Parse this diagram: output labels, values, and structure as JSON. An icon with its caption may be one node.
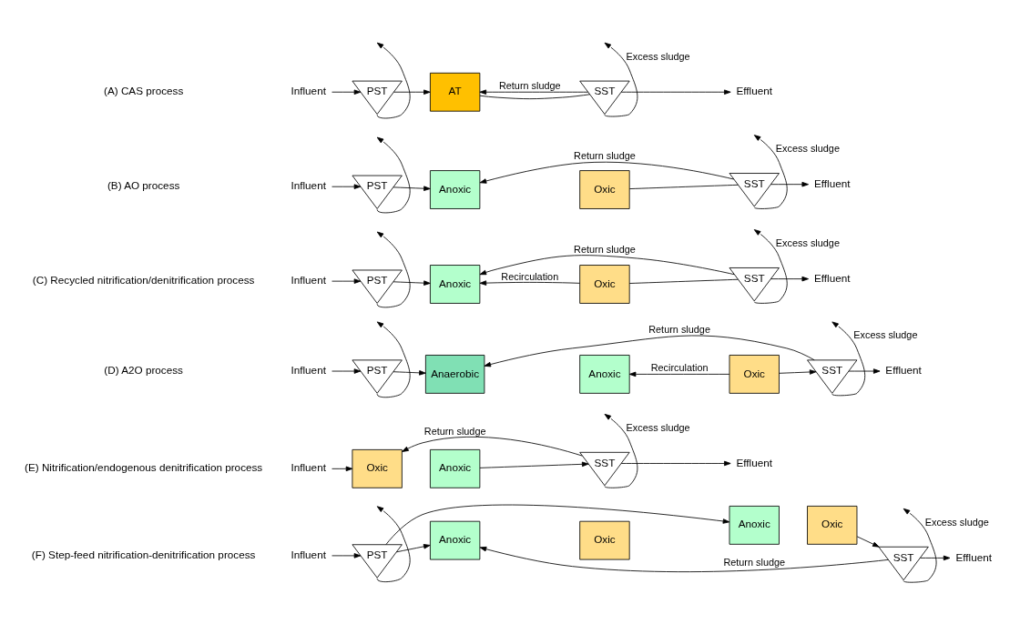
{
  "diagram": {
    "nodes": [
      {
        "text": [
          "Influent"
        ]
      },
      {
        "text": [
          "PST"
        ]
      },
      {
        "text": [
          "AT"
        ]
      },
      {
        "text": [
          "SST"
        ]
      },
      {
        "text": [
          "Effluent"
        ]
      },
      {
        "text": [
          "Influent"
        ]
      },
      {
        "text": [
          "PST"
        ]
      },
      {
        "text": [
          "Anoxic"
        ]
      },
      {
        "text": [
          "Oxic"
        ]
      },
      {
        "text": [
          "SST"
        ]
      },
      {
        "text": [
          "Effluent"
        ]
      },
      {
        "text": [
          "Influent"
        ]
      },
      {
        "text": [
          "PST"
        ]
      },
      {
        "text": [
          "Anoxic"
        ]
      },
      {
        "text": [
          "Oxic"
        ]
      },
      {
        "text": [
          "SST"
        ]
      },
      {
        "text": [
          "Effluent"
        ]
      },
      {
        "text": [
          "Influent"
        ]
      },
      {
        "text": [
          "PST"
        ]
      },
      {
        "text": [
          "Anaerobic"
        ]
      },
      {
        "text": [
          "Anoxic"
        ]
      },
      {
        "text": [
          "Oxic"
        ]
      },
      {
        "text": [
          "SST"
        ]
      },
      {
        "text": [
          "Effluent"
        ]
      },
      {
        "text": [
          "Influent"
        ]
      },
      {
        "text": [
          "Oxic"
        ]
      },
      {
        "text": [
          "Anoxic"
        ]
      },
      {
        "text": [
          "SST"
        ]
      },
      {
        "text": [
          "Effluent"
        ]
      },
      {
        "text": [
          "Influent"
        ]
      },
      {
        "text": [
          "PST"
        ]
      },
      {
        "text": [
          "Anoxic"
        ]
      },
      {
        "text": [
          "Oxic"
        ]
      },
      {
        "text": [
          "Anoxic"
        ]
      },
      {
        "text": [
          "Oxic"
        ]
      },
      {
        "text": [
          "SST"
        ]
      },
      {
        "text": [
          "Effluent"
        ]
      }
    ],
    "edges": [
      {
        "from": 0,
        "to": 1,
        "arrow": "to"
      },
      {
        "from": 1,
        "to": null,
        "arrow": "to"
      },
      {
        "from": 1,
        "to": 2,
        "arrow": "to"
      },
      {
        "from": 2,
        "to": 3,
        "arrow": "none"
      },
      {
        "from": 3,
        "to": 4,
        "arrow": "to"
      },
      {
        "from": 3,
        "to": 2,
        "arrow": "to",
        "label": "Return sludge"
      },
      {
        "from": 3,
        "to": null,
        "arrow": "to",
        "label": "Excess sludge"
      },
      {
        "from": 5,
        "to": 6,
        "arrow": "to"
      },
      {
        "from": 6,
        "to": null,
        "arrow": "to"
      },
      {
        "from": 6,
        "to": 7,
        "arrow": "to"
      },
      {
        "from": 8,
        "to": 9,
        "arrow": "none"
      },
      {
        "from": 9,
        "to": 10,
        "arrow": "to"
      },
      {
        "from": 9,
        "to": 7,
        "arrow": "to",
        "label": "Return sludge"
      },
      {
        "from": 9,
        "to": null,
        "arrow": "to",
        "label": "Excess sludge"
      },
      {
        "from": 11,
        "to": 12,
        "arrow": "to"
      },
      {
        "from": 12,
        "to": null,
        "arrow": "to"
      },
      {
        "from": 12,
        "to": 13,
        "arrow": "to"
      },
      {
        "from": 14,
        "to": 13,
        "arrow": "to",
        "label": "Recirculation"
      },
      {
        "from": 14,
        "to": 15,
        "arrow": "none"
      },
      {
        "from": 15,
        "to": 16,
        "arrow": "to"
      },
      {
        "from": 15,
        "to": 13,
        "arrow": "to",
        "label": "Return sludge"
      },
      {
        "from": 15,
        "to": null,
        "arrow": "to",
        "label": "Excess sludge"
      },
      {
        "from": 17,
        "to": 18,
        "arrow": "to"
      },
      {
        "from": 18,
        "to": null,
        "arrow": "to"
      },
      {
        "from": 18,
        "to": 19,
        "arrow": "to"
      },
      {
        "from": 21,
        "to": 20,
        "arrow": "to",
        "label": "Recirculation"
      },
      {
        "from": 21,
        "to": 22,
        "arrow": "to"
      },
      {
        "from": 22,
        "to": 23,
        "arrow": "to"
      },
      {
        "from": 22,
        "to": 19,
        "arrow": "to",
        "label": "Return sludge"
      },
      {
        "from": 22,
        "to": null,
        "arrow": "to",
        "label": "Excess sludge"
      },
      {
        "from": 24,
        "to": 25,
        "arrow": "to"
      },
      {
        "from": 26,
        "to": 27,
        "arrow": "to"
      },
      {
        "from": 27,
        "to": 28,
        "arrow": "to"
      },
      {
        "from": 27,
        "to": 25,
        "arrow": "to",
        "label": "Return sludge"
      },
      {
        "from": 27,
        "to": null,
        "arrow": "to",
        "label": "Excess sludge"
      },
      {
        "from": 29,
        "to": 30,
        "arrow": "to"
      },
      {
        "from": 30,
        "to": null,
        "arrow": "to"
      },
      {
        "from": 30,
        "to": 31,
        "arrow": "to"
      },
      {
        "from": 30,
        "to": 33,
        "arrow": "to"
      },
      {
        "from": 34,
        "to": 35,
        "arrow": "to"
      },
      {
        "from": 35,
        "to": 36,
        "arrow": "to"
      },
      {
        "from": 35,
        "to": 31,
        "arrow": "to",
        "label": "Return sludge"
      },
      {
        "from": 35,
        "to": null,
        "arrow": "to",
        "label": "Excess sludge"
      }
    ],
    "labels": [
      "(A) CAS process",
      "(B) AO process",
      "(C) Recycled nitrification/denitrification process",
      "(D) A2O process",
      "(E) Nitrification/endogenous denitrification process",
      "(F) Step-feed nitrification-denitrification process"
    ]
  }
}
